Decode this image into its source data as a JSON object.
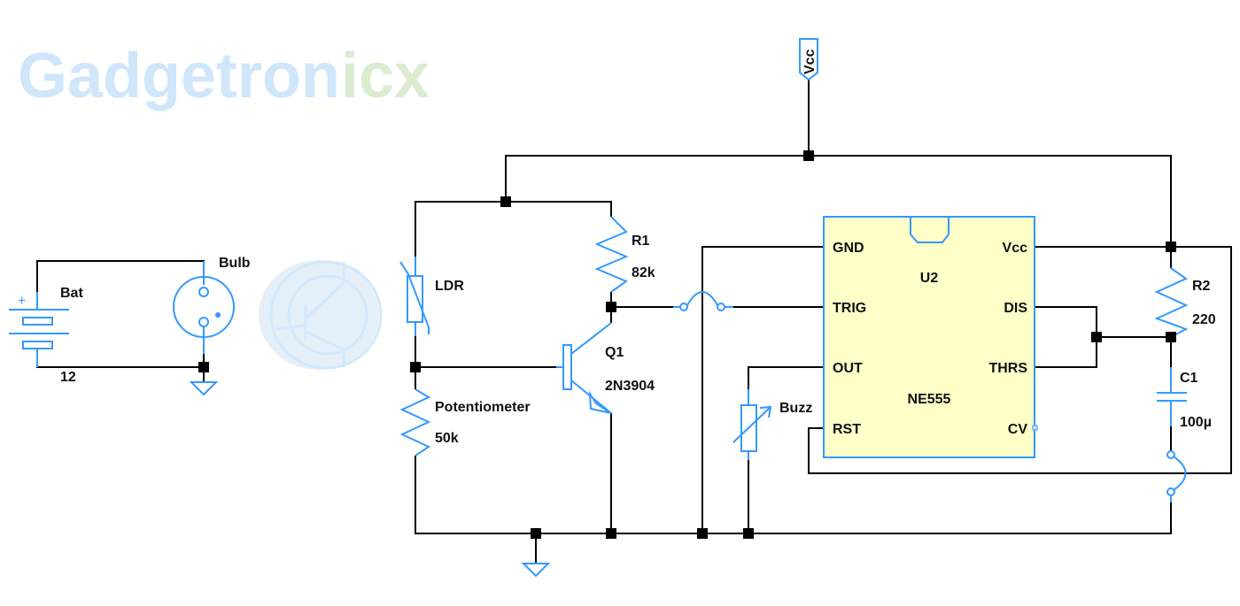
{
  "colors": {
    "wire": "#000000",
    "component": "#3399ff",
    "ic_fill": "#ffffc8",
    "watermark_blue": "#cfe6fb",
    "watermark_green": "#dcecd0"
  },
  "watermark": {
    "text_main": "Gadgetron",
    "text_tail": "icx"
  },
  "components": {
    "battery": {
      "name": "Bat",
      "value": "12",
      "polarity": "+"
    },
    "bulb": {
      "name": "Bulb"
    },
    "ldr": {
      "name": "LDR"
    },
    "pot": {
      "name": "Potentiometer",
      "value": "50k"
    },
    "r1": {
      "name": "R1",
      "value": "82k"
    },
    "q1": {
      "name": "Q1",
      "value": "2N3904"
    },
    "buzzer": {
      "name": "Buzz"
    },
    "vcc_port": {
      "name": "Vcc"
    },
    "ic": {
      "ref": "U2",
      "part": "NE555",
      "pins_left": [
        "GND",
        "TRIG",
        "OUT",
        "RST"
      ],
      "pins_right": [
        "Vcc",
        "DIS",
        "THRS",
        "CV"
      ]
    },
    "r2": {
      "name": "R2",
      "value": "220"
    },
    "c1": {
      "name": "C1",
      "value": "100µ"
    }
  }
}
